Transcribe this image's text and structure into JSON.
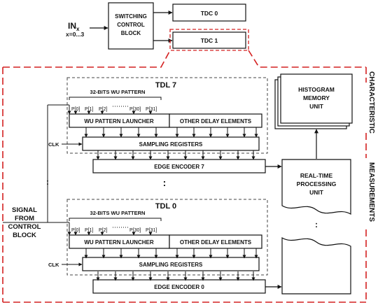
{
  "colors": {
    "ink": "#111111",
    "dash_red": "#d42020",
    "paper": "#ffffff"
  },
  "inputs": {
    "in_label": "IN",
    "in_sub": "x",
    "range": "x=0...3"
  },
  "switching": {
    "line1": "SWITCHING",
    "line2": "CONTROL",
    "line3": "BLOCK"
  },
  "tdc": {
    "tdc0": "TDC 0",
    "tdc1": "TDC 1"
  },
  "tdl7": {
    "title": "TDL 7",
    "pattern": "32-BITS WU PATTERN",
    "bits": [
      "P[0]",
      "P[1]",
      "P[2]",
      "P[30]",
      "P[31]"
    ],
    "launcher": "WU PATTERN LAUNCHER",
    "other": "OTHER DELAY ELEMENTS",
    "clk": "CLK",
    "sampling": "SAMPLING REGISTERS",
    "encoder": "EDGE ENCODER 7"
  },
  "tdl0": {
    "title": "TDL 0",
    "pattern": "32-BITS WU PATTERN",
    "bits": [
      "P[0]",
      "P[1]",
      "P[2]",
      "P[30]",
      "P[31]"
    ],
    "launcher": "WU PATTERN LAUNCHER",
    "other": "OTHER DELAY ELEMENTS",
    "clk": "CLK",
    "sampling": "SAMPLING REGISTERS",
    "encoder": "EDGE ENCODER 0"
  },
  "signal": {
    "line1": "SIGNAL",
    "line2": "FROM",
    "line3": "CONTROL",
    "line4": "BLOCK"
  },
  "histogram": {
    "line1": "HISTOGRAM",
    "line2": "MEMORY",
    "line3": "UNIT"
  },
  "processing": {
    "line1": "REAL-TIME",
    "line2": "PROCESSING",
    "line3": "UNIT"
  },
  "side": {
    "characteristic": "CHARACTERISTIC",
    "measurements": "MEASUREMENTS"
  },
  "ellipsis": ":"
}
